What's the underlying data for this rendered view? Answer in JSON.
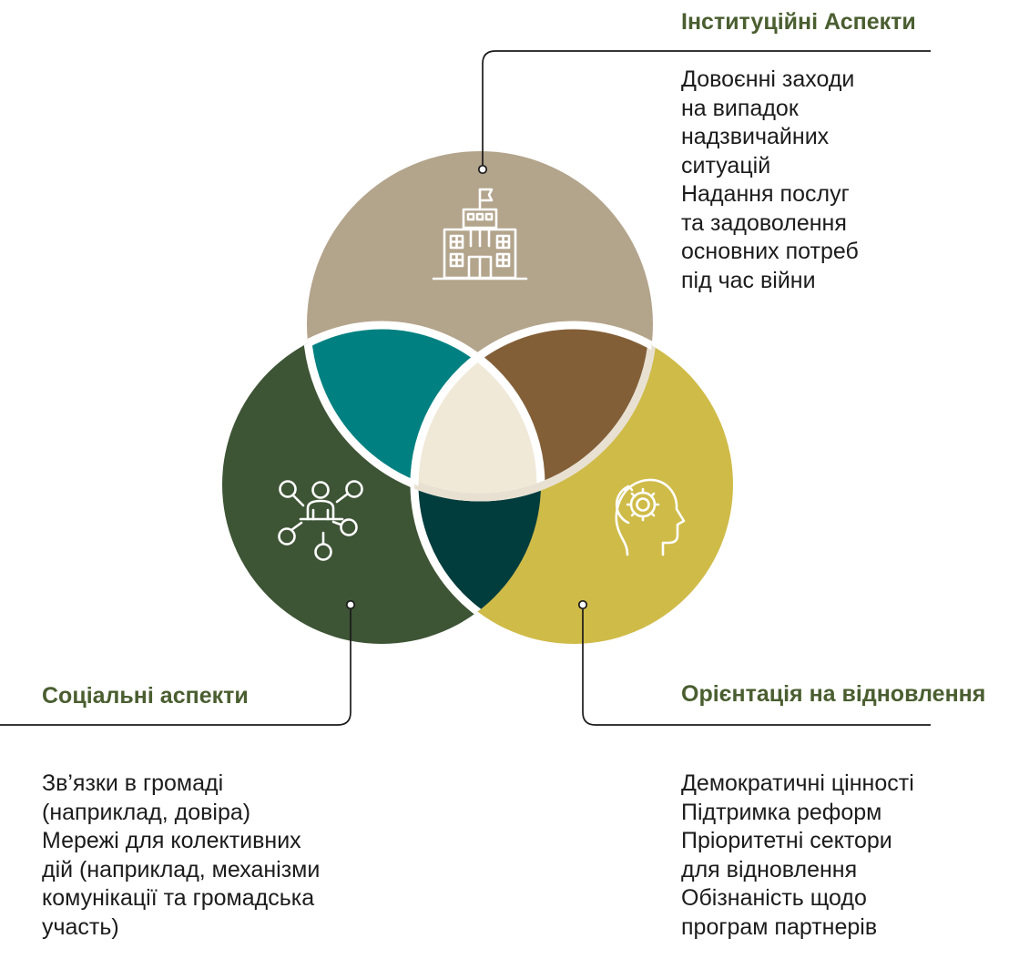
{
  "sections": {
    "institutional": {
      "title": "Інституційні Аспекти",
      "lines": [
        "Довоєнні заходи",
        "на випадок",
        "надзвичайних",
        "ситуацій",
        "Надання послуг",
        "та задоволення",
        "основних потреб",
        "під час війни"
      ]
    },
    "social": {
      "title": "Соціальні аспекти",
      "lines": [
        "Зв’язки в громаді",
        "(наприклад, довіра)",
        "Мережі для колективних",
        "дій (наприклад, механізми",
        "комунікації та громадська",
        "участь)"
      ]
    },
    "recovery": {
      "title": "Орієнтація на відновлення",
      "lines": [
        "Демократичні цінності",
        "Підтримка реформ",
        "Пріоритетні сектори",
        "для відновлення",
        "Обізнаність щодо",
        "програм партнерів"
      ]
    }
  },
  "icons": {
    "top": "government-building-icon",
    "left": "community-network-icon",
    "right": "head-gear-icon"
  },
  "colors": {
    "top_circle": "#b3a48c",
    "left_circle": "#3d5435",
    "right_circle": "#cfbb48",
    "overlap_top_left": "#008080",
    "overlap_top_right": "#835f38",
    "overlap_left_right": "#023d3e",
    "overlap_center": "#f0e9d8",
    "title_text": "#4a5e30",
    "body_text": "#1c1c1c",
    "connector": "#1a1a1a"
  }
}
